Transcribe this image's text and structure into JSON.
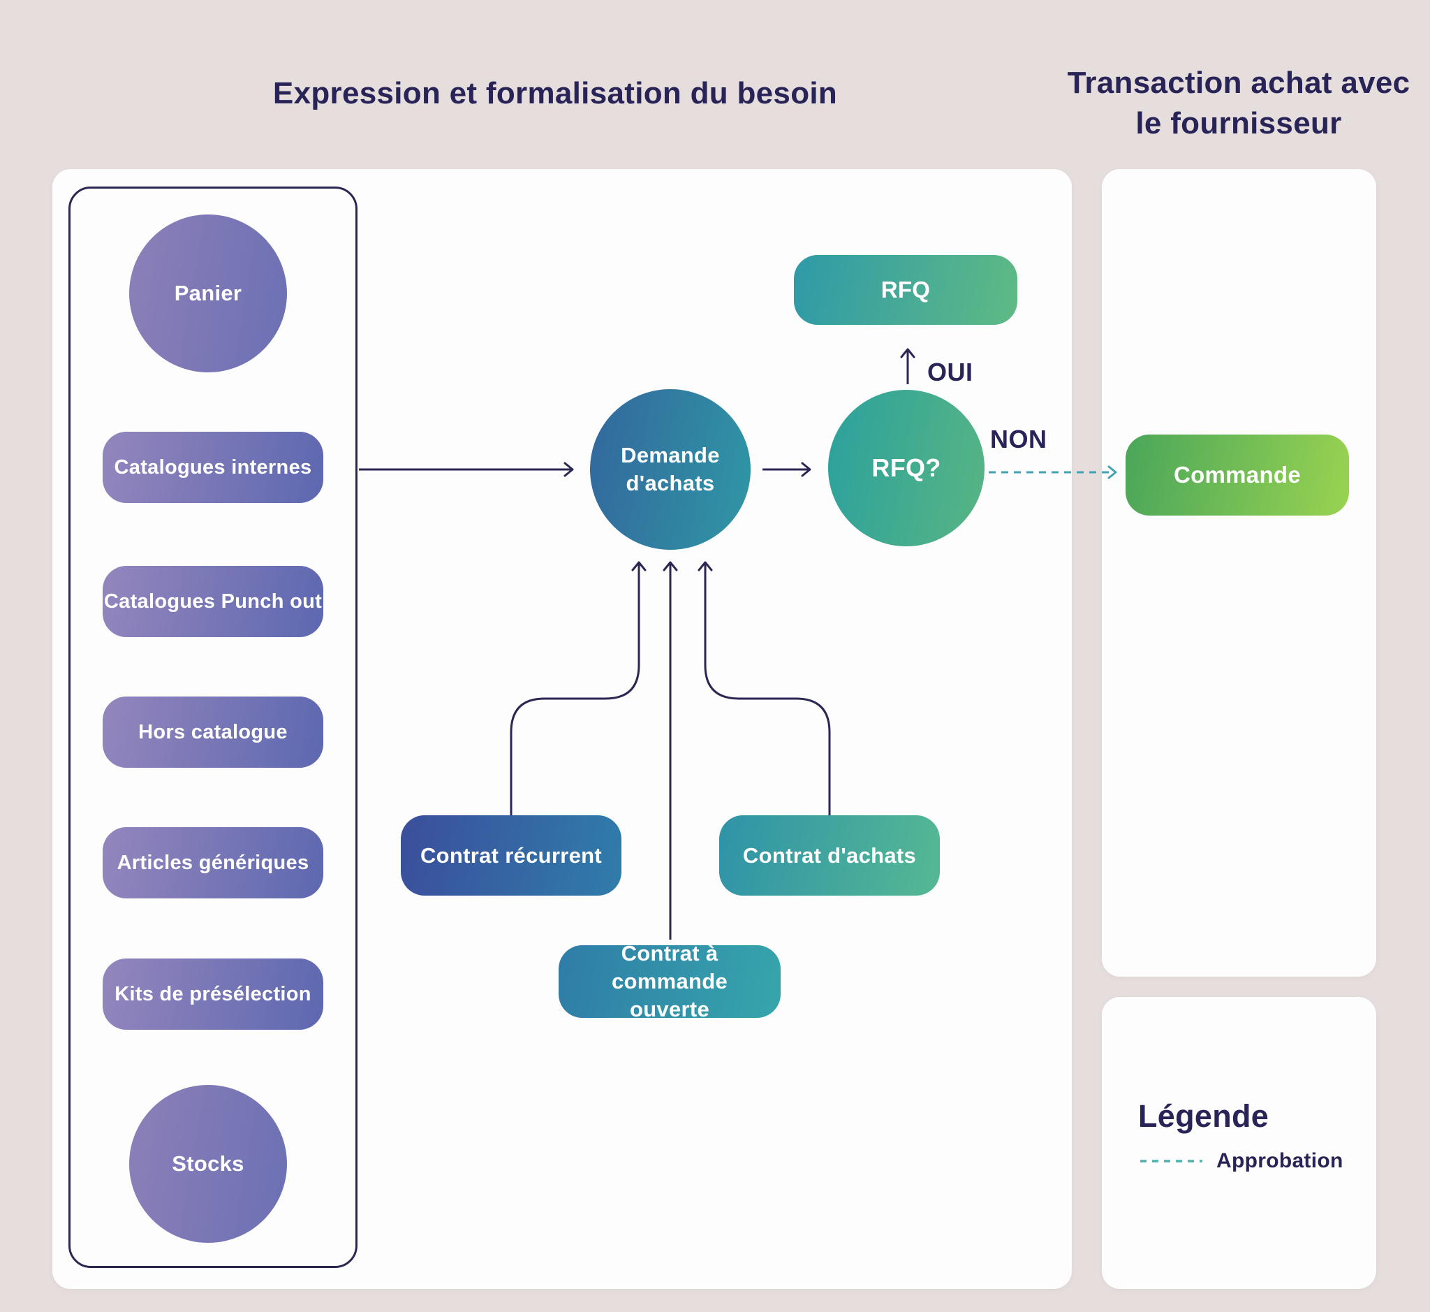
{
  "titles": {
    "left": "Expression et formalisation du besoin",
    "right_line1": "Transaction achat avec",
    "right_line2": "le fournisseur"
  },
  "sources": {
    "items": [
      {
        "label": "Panier",
        "shape": "circle"
      },
      {
        "label": "Catalogues internes",
        "shape": "pill"
      },
      {
        "label": "Catalogues Punch out",
        "shape": "pill"
      },
      {
        "label": "Hors catalogue",
        "shape": "pill"
      },
      {
        "label": "Articles génériques",
        "shape": "pill"
      },
      {
        "label": "Kits de présélection",
        "shape": "pill"
      },
      {
        "label": "Stocks",
        "shape": "circle"
      }
    ]
  },
  "flow": {
    "demande": "Demande d'achats",
    "rfq_decision": "RFQ?",
    "rfq": "RFQ",
    "yes_label": "OUI",
    "no_label": "NON",
    "commande": "Commande",
    "contrat_recurrent": "Contrat récurrent",
    "contrat_achats": "Contrat d'achats",
    "contrat_ouverte": "Contrat à commande ouverte"
  },
  "legend": {
    "title": "Légende",
    "approbation": "Approbation"
  },
  "colors": {
    "background": "#e6dedd",
    "panel": "#fefdfd",
    "navy_text": "#292457",
    "arrow_line": "#2b2753",
    "approval_dash": "#42a2b1",
    "purple_pill_start": "#9486bd",
    "purple_pill_end": "#5d68b0",
    "demande_start": "#33679d",
    "demande_end": "#2f97a5",
    "rfq_circle_start": "#2ba19d",
    "rfq_circle_end": "#58b583",
    "rfq_pill_start": "#2f9aa8",
    "rfq_pill_end": "#5fba84",
    "commande_start": "#4aa65a",
    "commande_end": "#99d351",
    "recurrent_start": "#3b4e9b",
    "recurrent_end": "#2f7dab",
    "achats_start": "#2f93a8",
    "achats_end": "#55b893",
    "ouverte_start": "#2f7ca7",
    "ouverte_end": "#36a6ab"
  }
}
